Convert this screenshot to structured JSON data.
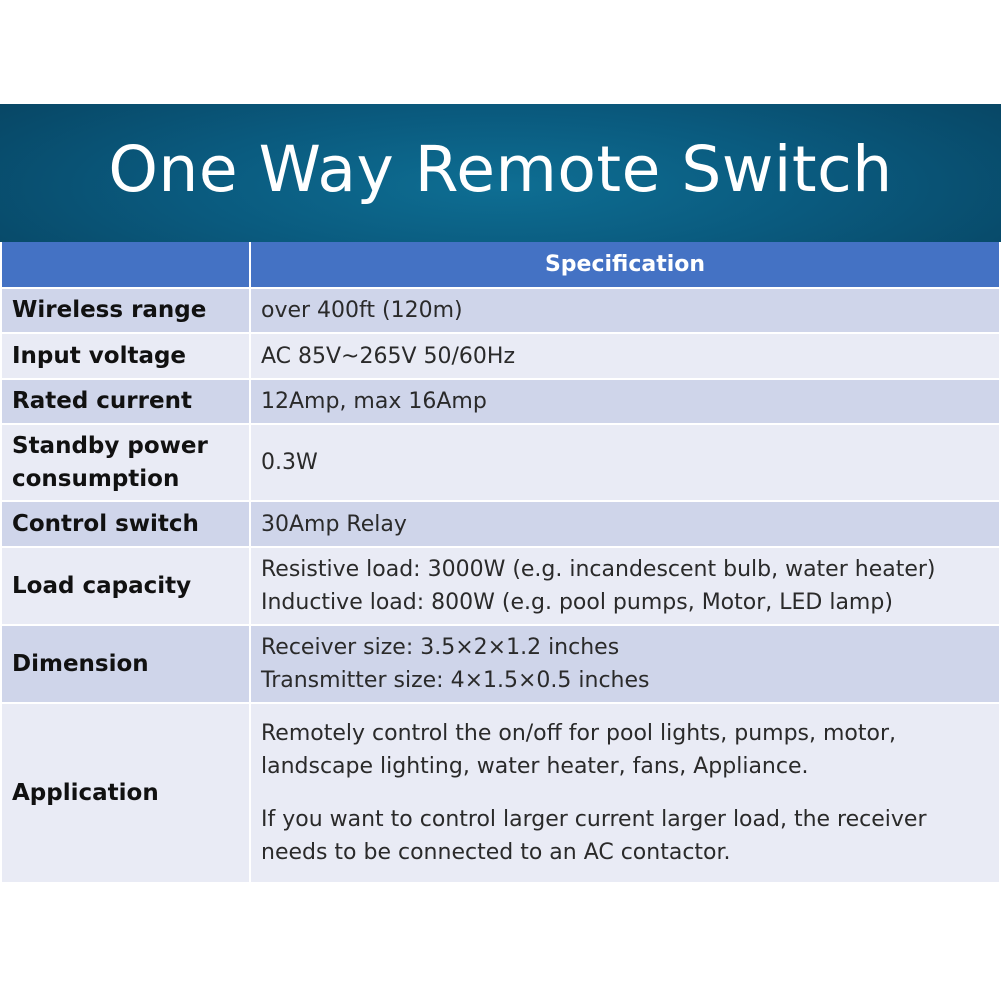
{
  "banner": {
    "title": "One Way Remote Switch"
  },
  "table": {
    "header": {
      "label_col": "",
      "value_col": "Specification"
    },
    "rows": [
      {
        "label": "Wireless range",
        "lines": [
          "over 400ft (120m)"
        ]
      },
      {
        "label": "Input voltage",
        "lines": [
          "AC 85V~265V 50/60Hz"
        ]
      },
      {
        "label": "Rated current",
        "lines": [
          "12Amp, max 16Amp"
        ]
      },
      {
        "label": "Standby power consumption",
        "lines": [
          "0.3W"
        ]
      },
      {
        "label": "Control switch",
        "lines": [
          "30Amp Relay"
        ]
      },
      {
        "label": "Load capacity",
        "lines": [
          "Resistive load: 3000W (e.g. incandescent bulb, water heater)",
          "Inductive load: 800W (e.g. pool pumps, Motor, LED lamp)"
        ]
      },
      {
        "label": "Dimension",
        "lines": [
          "Receiver size: 3.5×2×1.2 inches",
          "Transmitter size: 4×1.5×0.5 inches"
        ]
      },
      {
        "label": "Application",
        "lines": [
          "Remotely control the on/off for pool lights, pumps, motor,",
          "landscape lighting, water heater, fans, Appliance.",
          "",
          "If you want to control larger current larger load, the receiver",
          "needs to be connected to an AC contactor."
        ]
      }
    ]
  }
}
